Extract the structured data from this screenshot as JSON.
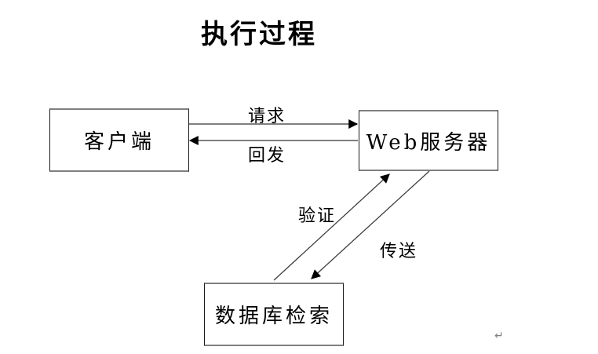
{
  "title": "执行过程",
  "nodes": {
    "client": {
      "label": "客户端"
    },
    "server": {
      "label": "Web服务器"
    },
    "database": {
      "label": "数据库检索"
    }
  },
  "edges": {
    "request": {
      "label": "请求",
      "from": "客户端",
      "to": "Web服务器"
    },
    "postback": {
      "label": "回发",
      "from": "Web服务器",
      "to": "客户端"
    },
    "verify": {
      "label": "验证",
      "from": "数据库检索",
      "to": "Web服务器"
    },
    "transfer": {
      "label": "传送",
      "from": "Web服务器",
      "to": "数据库检索"
    }
  },
  "symbols": {
    "return_mark": "↵"
  },
  "colors": {
    "background": "#ffffff",
    "box_border": "#1a1a1a",
    "box_border_horizontal": "#7f7f7f",
    "connector_gray": "#7f7f7f",
    "connector_dark": "#404040",
    "arrowhead": "#000000",
    "text": "#000000"
  }
}
